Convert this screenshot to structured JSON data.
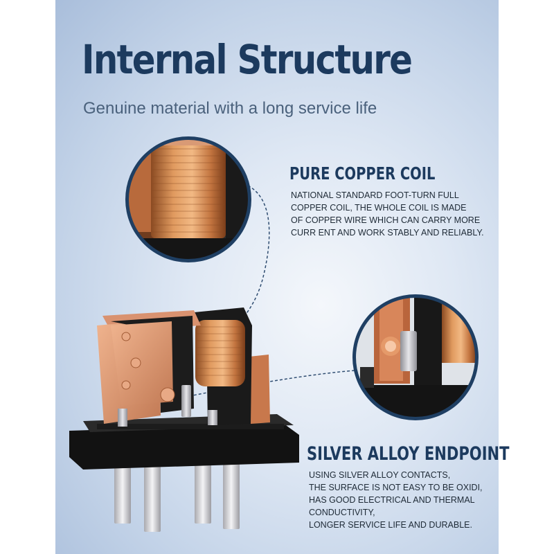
{
  "title": "Internal Structure",
  "subtitle": "Genuine material with a long service life",
  "features": [
    {
      "heading": "PURE COPPER COIL",
      "lines": [
        "NATIONAL STANDARD FOOT-TURN FULL",
        "COPPER COIL, THE WHOLE COIL IS MADE",
        "OF COPPER WIRE WHICH CAN CARRY MORE",
        "CURR ENT AND WORK STABLY AND RELIABLY."
      ]
    },
    {
      "heading": "SILVER ALLOY ENDPOINT",
      "lines": [
        "USING SILVER ALLOY CONTACTS,",
        "THE SURFACE IS NOT EASY TO BE OXIDI,",
        "HAS GOOD ELECTRICAL AND THERMAL",
        "CONDUCTIVITY,",
        "LONGER SERVICE LIFE AND DURABLE."
      ]
    }
  ],
  "colors": {
    "heading": "#1c3a5e",
    "background": "#c3d3e8",
    "copper": "#c87a45",
    "base": "#141414",
    "pins": "#d8d8dc"
  },
  "icons": [
    "copper-coil-zoom-image",
    "silver-contact-zoom-image",
    "relay-product-image"
  ]
}
